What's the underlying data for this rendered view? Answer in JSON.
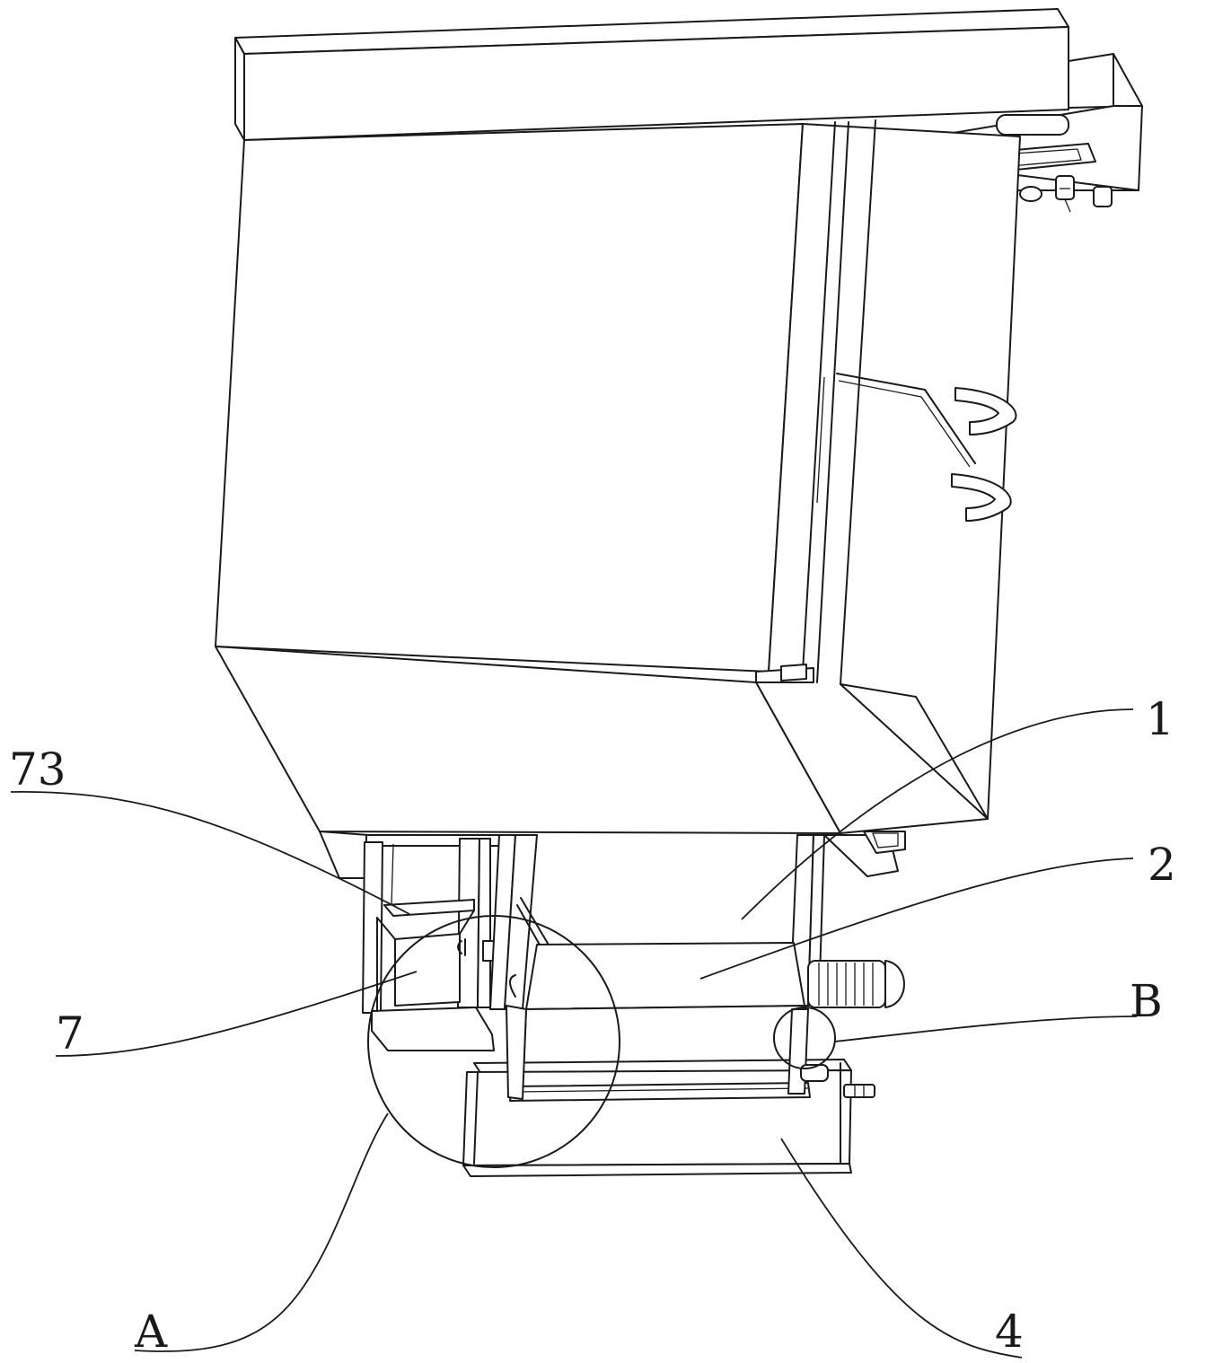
{
  "labels": {
    "part_1": "1",
    "part_2": "2",
    "part_4": "4",
    "part_7": "7",
    "part_73": "73",
    "detail_a": "A",
    "detail_b": "B"
  },
  "colors": {
    "line": "#1a1a1a",
    "background": "#ffffff"
  }
}
